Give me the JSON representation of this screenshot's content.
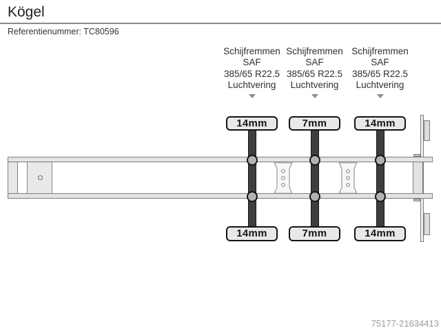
{
  "page": {
    "title": "Kögel",
    "reference": "Referentienummer: TC80596",
    "listing_id": "75177-21634413"
  },
  "axle_specs": [
    {
      "brakes": "Schijfremmen",
      "manufacturer": "SAF",
      "tire_size": "385/65 R22.5",
      "suspension": "Luchtvering"
    },
    {
      "brakes": "Schijfremmen",
      "manufacturer": "SAF",
      "tire_size": "385/65 R22.5",
      "suspension": "Luchtvering"
    },
    {
      "brakes": "Schijfremmen",
      "manufacturer": "SAF",
      "tire_size": "385/65 R22.5",
      "suspension": "Luchtvering"
    }
  ],
  "tread_depths": [
    {
      "top": "14mm",
      "bottom": "14mm"
    },
    {
      "top": "7mm",
      "bottom": "7mm"
    },
    {
      "top": "14mm",
      "bottom": "14mm"
    }
  ],
  "colors": {
    "divider": "#8a8a8a",
    "text_primary": "#1f1f1f",
    "spec_text": "#2e2e2e",
    "footer_text": "#9b9b9b",
    "axle_dark": "#3e3e3e",
    "tire_fill": "#e8e8e8",
    "rail_fill": "#e3e3e3",
    "chassis_outline": "#7c7c7c",
    "hub_fill": "#b2b2b2",
    "arrow": "#8c8c8c"
  }
}
